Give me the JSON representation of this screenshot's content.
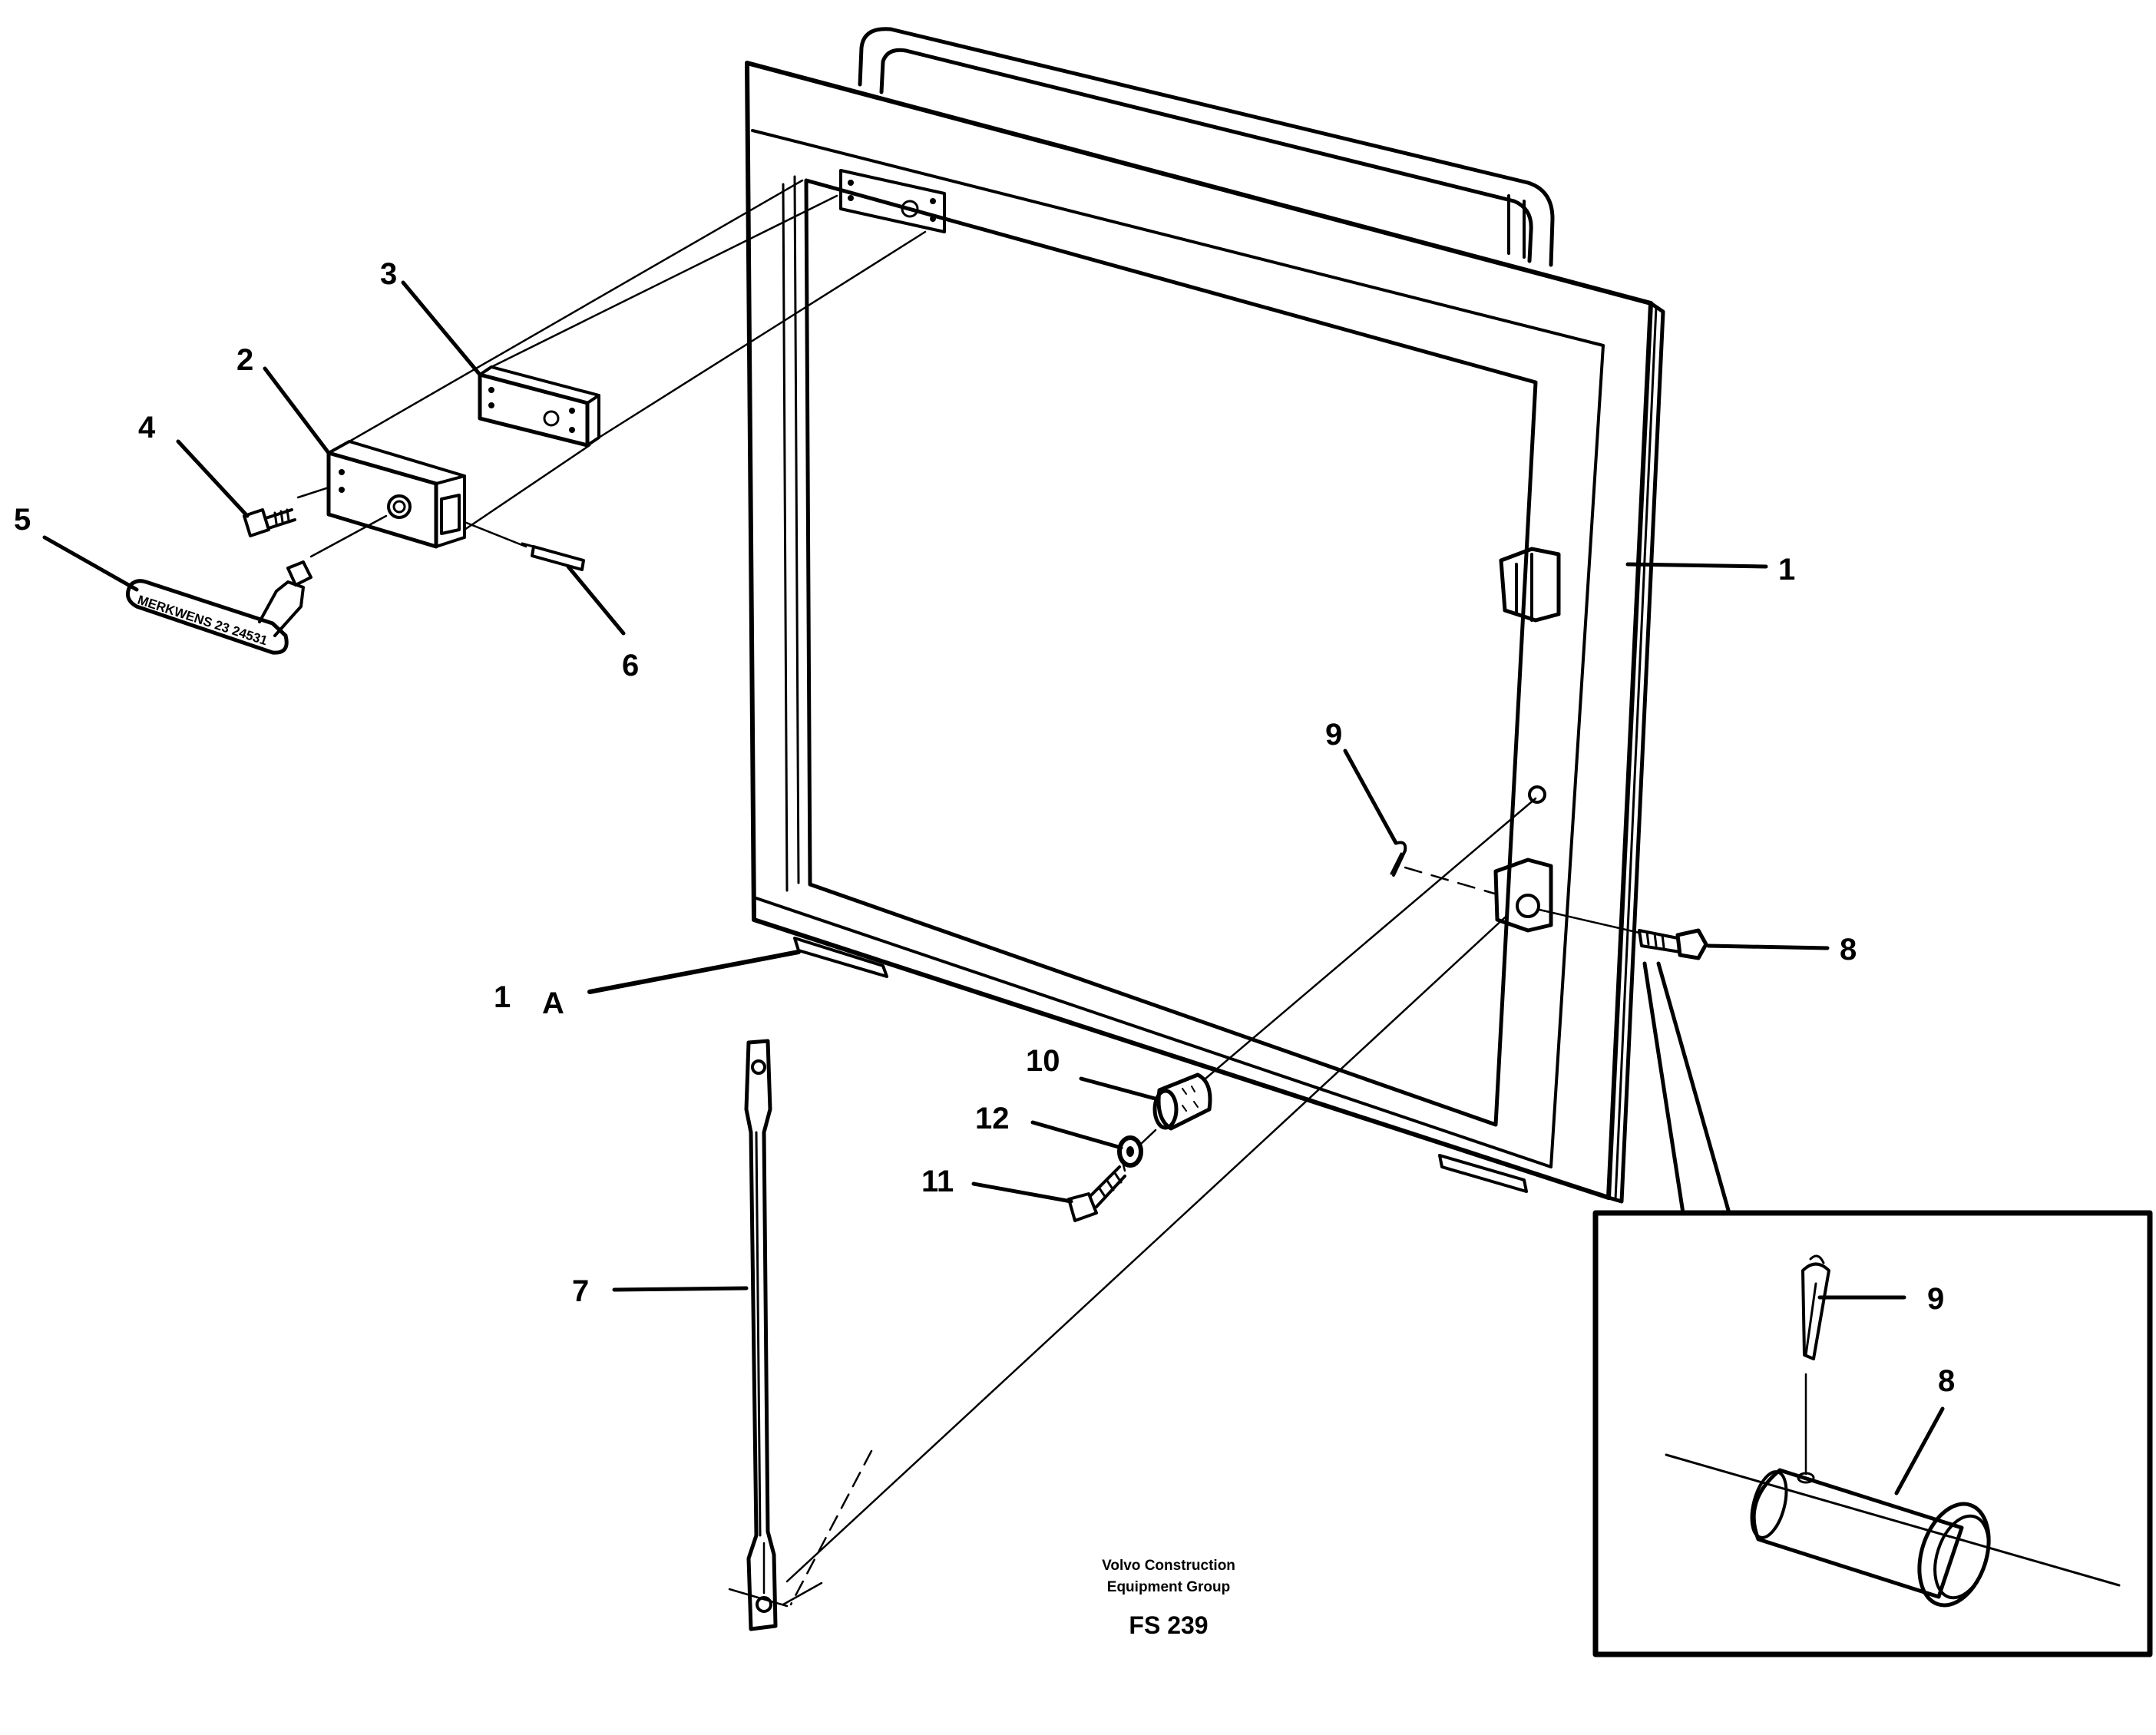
{
  "labels": {
    "window": "1",
    "window_a_num": "1",
    "window_a_letter": "A",
    "bracket": "2",
    "plate": "3",
    "screw_4": "4",
    "handle_knob": "5",
    "pin_6": "6",
    "stay_arm": "7",
    "pin_8": "8",
    "split_pin_9": "9",
    "bushing": "10",
    "screw_11": "11",
    "washer": "12",
    "detail_split_pin": "9",
    "detail_pin": "8"
  },
  "handle_text": "MERKWENS 23 24531",
  "footer": {
    "line1": "Volvo Construction",
    "line2": "Equipment Group",
    "code": "FS 239"
  }
}
